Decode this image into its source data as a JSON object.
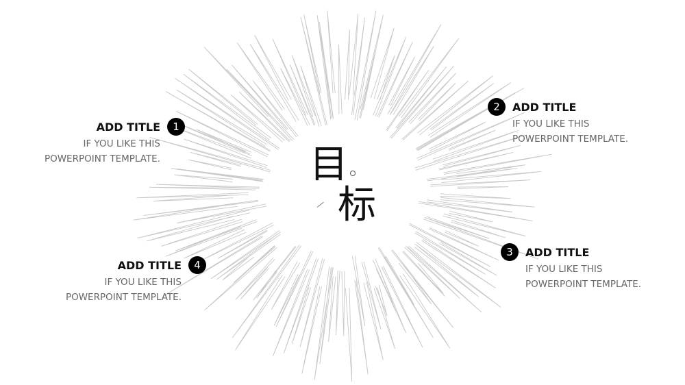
{
  "center": {
    "char1": "目",
    "char2": "标"
  },
  "items": [
    {
      "number": "1",
      "title": "ADD TITLE",
      "line1": "IF YOU LIKE THIS",
      "line2": "POWERPOINT TEMPLATE."
    },
    {
      "number": "2",
      "title": "ADD TITLE",
      "line1": "IF YOU LIKE THIS",
      "line2": "POWERPOINT TEMPLATE."
    },
    {
      "number": "3",
      "title": "ADD TITLE",
      "line1": "IF YOU LIKE THIS",
      "line2": "POWERPOINT TEMPLATE."
    },
    {
      "number": "4",
      "title": "ADD TITLE",
      "line1": "IF YOU LIKE THIS",
      "line2": "POWERPOINT TEMPLATE."
    }
  ],
  "colors": {
    "badge": "#000000",
    "title": "#111111",
    "description": "#666666",
    "burst_stroke": "#c8c8c8"
  }
}
